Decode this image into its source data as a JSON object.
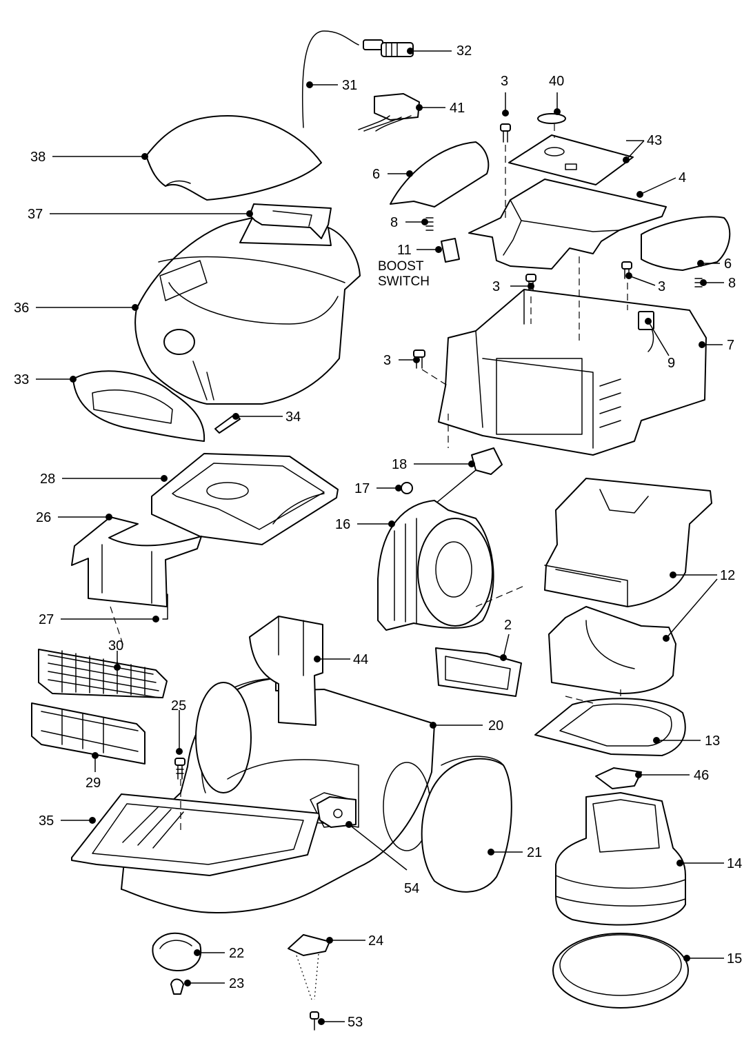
{
  "figure": {
    "callouts": {
      "c2": "2",
      "c3a": "3",
      "c3b": "3",
      "c3c": "3",
      "c3d": "3",
      "c4": "4",
      "c6a": "6",
      "c6b": "6",
      "c7": "7",
      "c8a": "8",
      "c8b": "8",
      "c9": "9",
      "c11": "11",
      "c12": "12",
      "c13": "13",
      "c14": "14",
      "c15": "15",
      "c16": "16",
      "c17": "17",
      "c18": "18",
      "c20": "20",
      "c21": "21",
      "c22": "22",
      "c23": "23",
      "c24": "24",
      "c25": "25",
      "c26": "26",
      "c27": "27",
      "c28": "28",
      "c29": "29",
      "c30": "30",
      "c31": "31",
      "c32": "32",
      "c33": "33",
      "c34": "34",
      "c35": "35",
      "c36": "36",
      "c37": "37",
      "c38": "38",
      "c40": "40",
      "c41": "41",
      "c43": "43",
      "c44": "44",
      "c46": "46",
      "c53": "53",
      "c54": "54"
    },
    "notes": {
      "boost_line1": "BOOST",
      "boost_line2": "SWITCH"
    }
  }
}
